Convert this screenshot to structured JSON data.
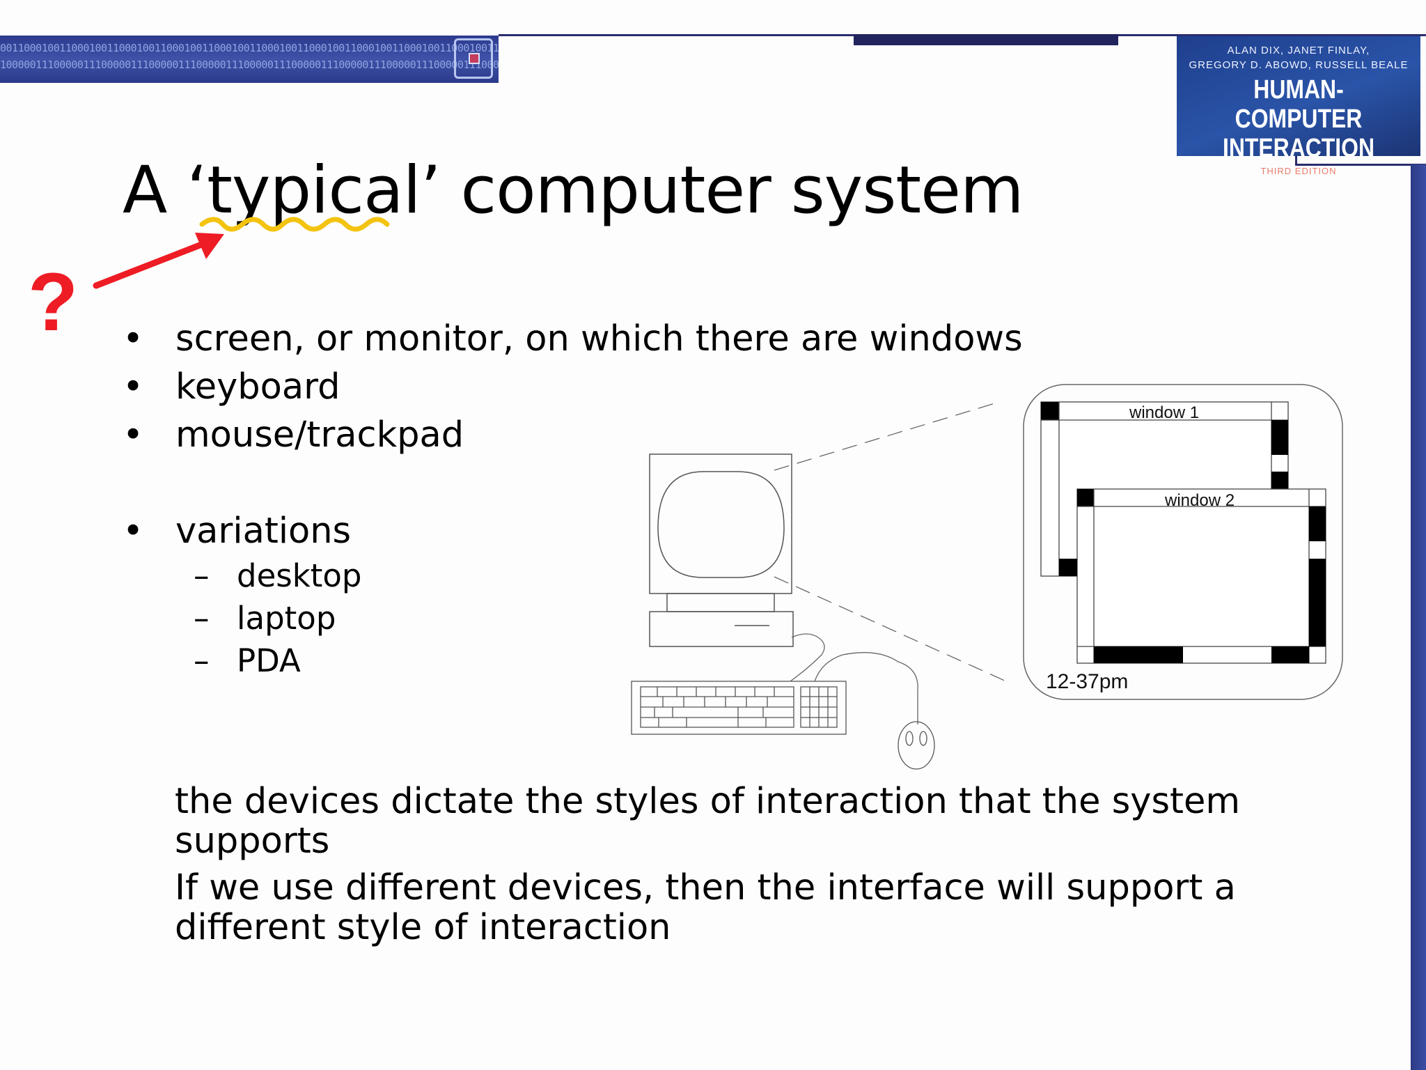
{
  "header": {
    "banner_binary_lines": [
      "00110001001100010011000100110001001100010011000100110001001100010011000100110001001100010011000100110001",
      "10000011100000111000001110000011100000111000001110000011100000111000001110000011100000111000001110000011"
    ],
    "book": {
      "authors_line1": "ALAN DIX, JANET FINLAY,",
      "authors_line2": "GREGORY D. ABOWD, RUSSELL BEALE",
      "title_line1": "HUMAN-COMPUTER",
      "title_line2": "INTERACTION",
      "edition": "THIRD EDITION"
    }
  },
  "slide": {
    "title": "A ‘typical’ computer system",
    "annotation_mark": "?",
    "bullets": [
      "screen, or monitor, on which there are windows",
      "keyboard",
      "mouse/trackpad",
      "variations"
    ],
    "bullet_symbol": "•",
    "sub_symbol": "–",
    "sub_bullets": [
      "desktop",
      "laptop",
      "PDA"
    ],
    "paragraph1": "the devices dictate the styles of interaction that the system supports",
    "paragraph2": "If we use different devices, then the interface will support a different style of interaction"
  },
  "diagram": {
    "window1_label": "window 1",
    "window2_label": "window 2",
    "clock_label": "12-37pm"
  },
  "colors": {
    "annotation_red": "#ee1c24",
    "squiggle_yellow": "#f3c310",
    "banner_blue": "#2c3a8e"
  }
}
